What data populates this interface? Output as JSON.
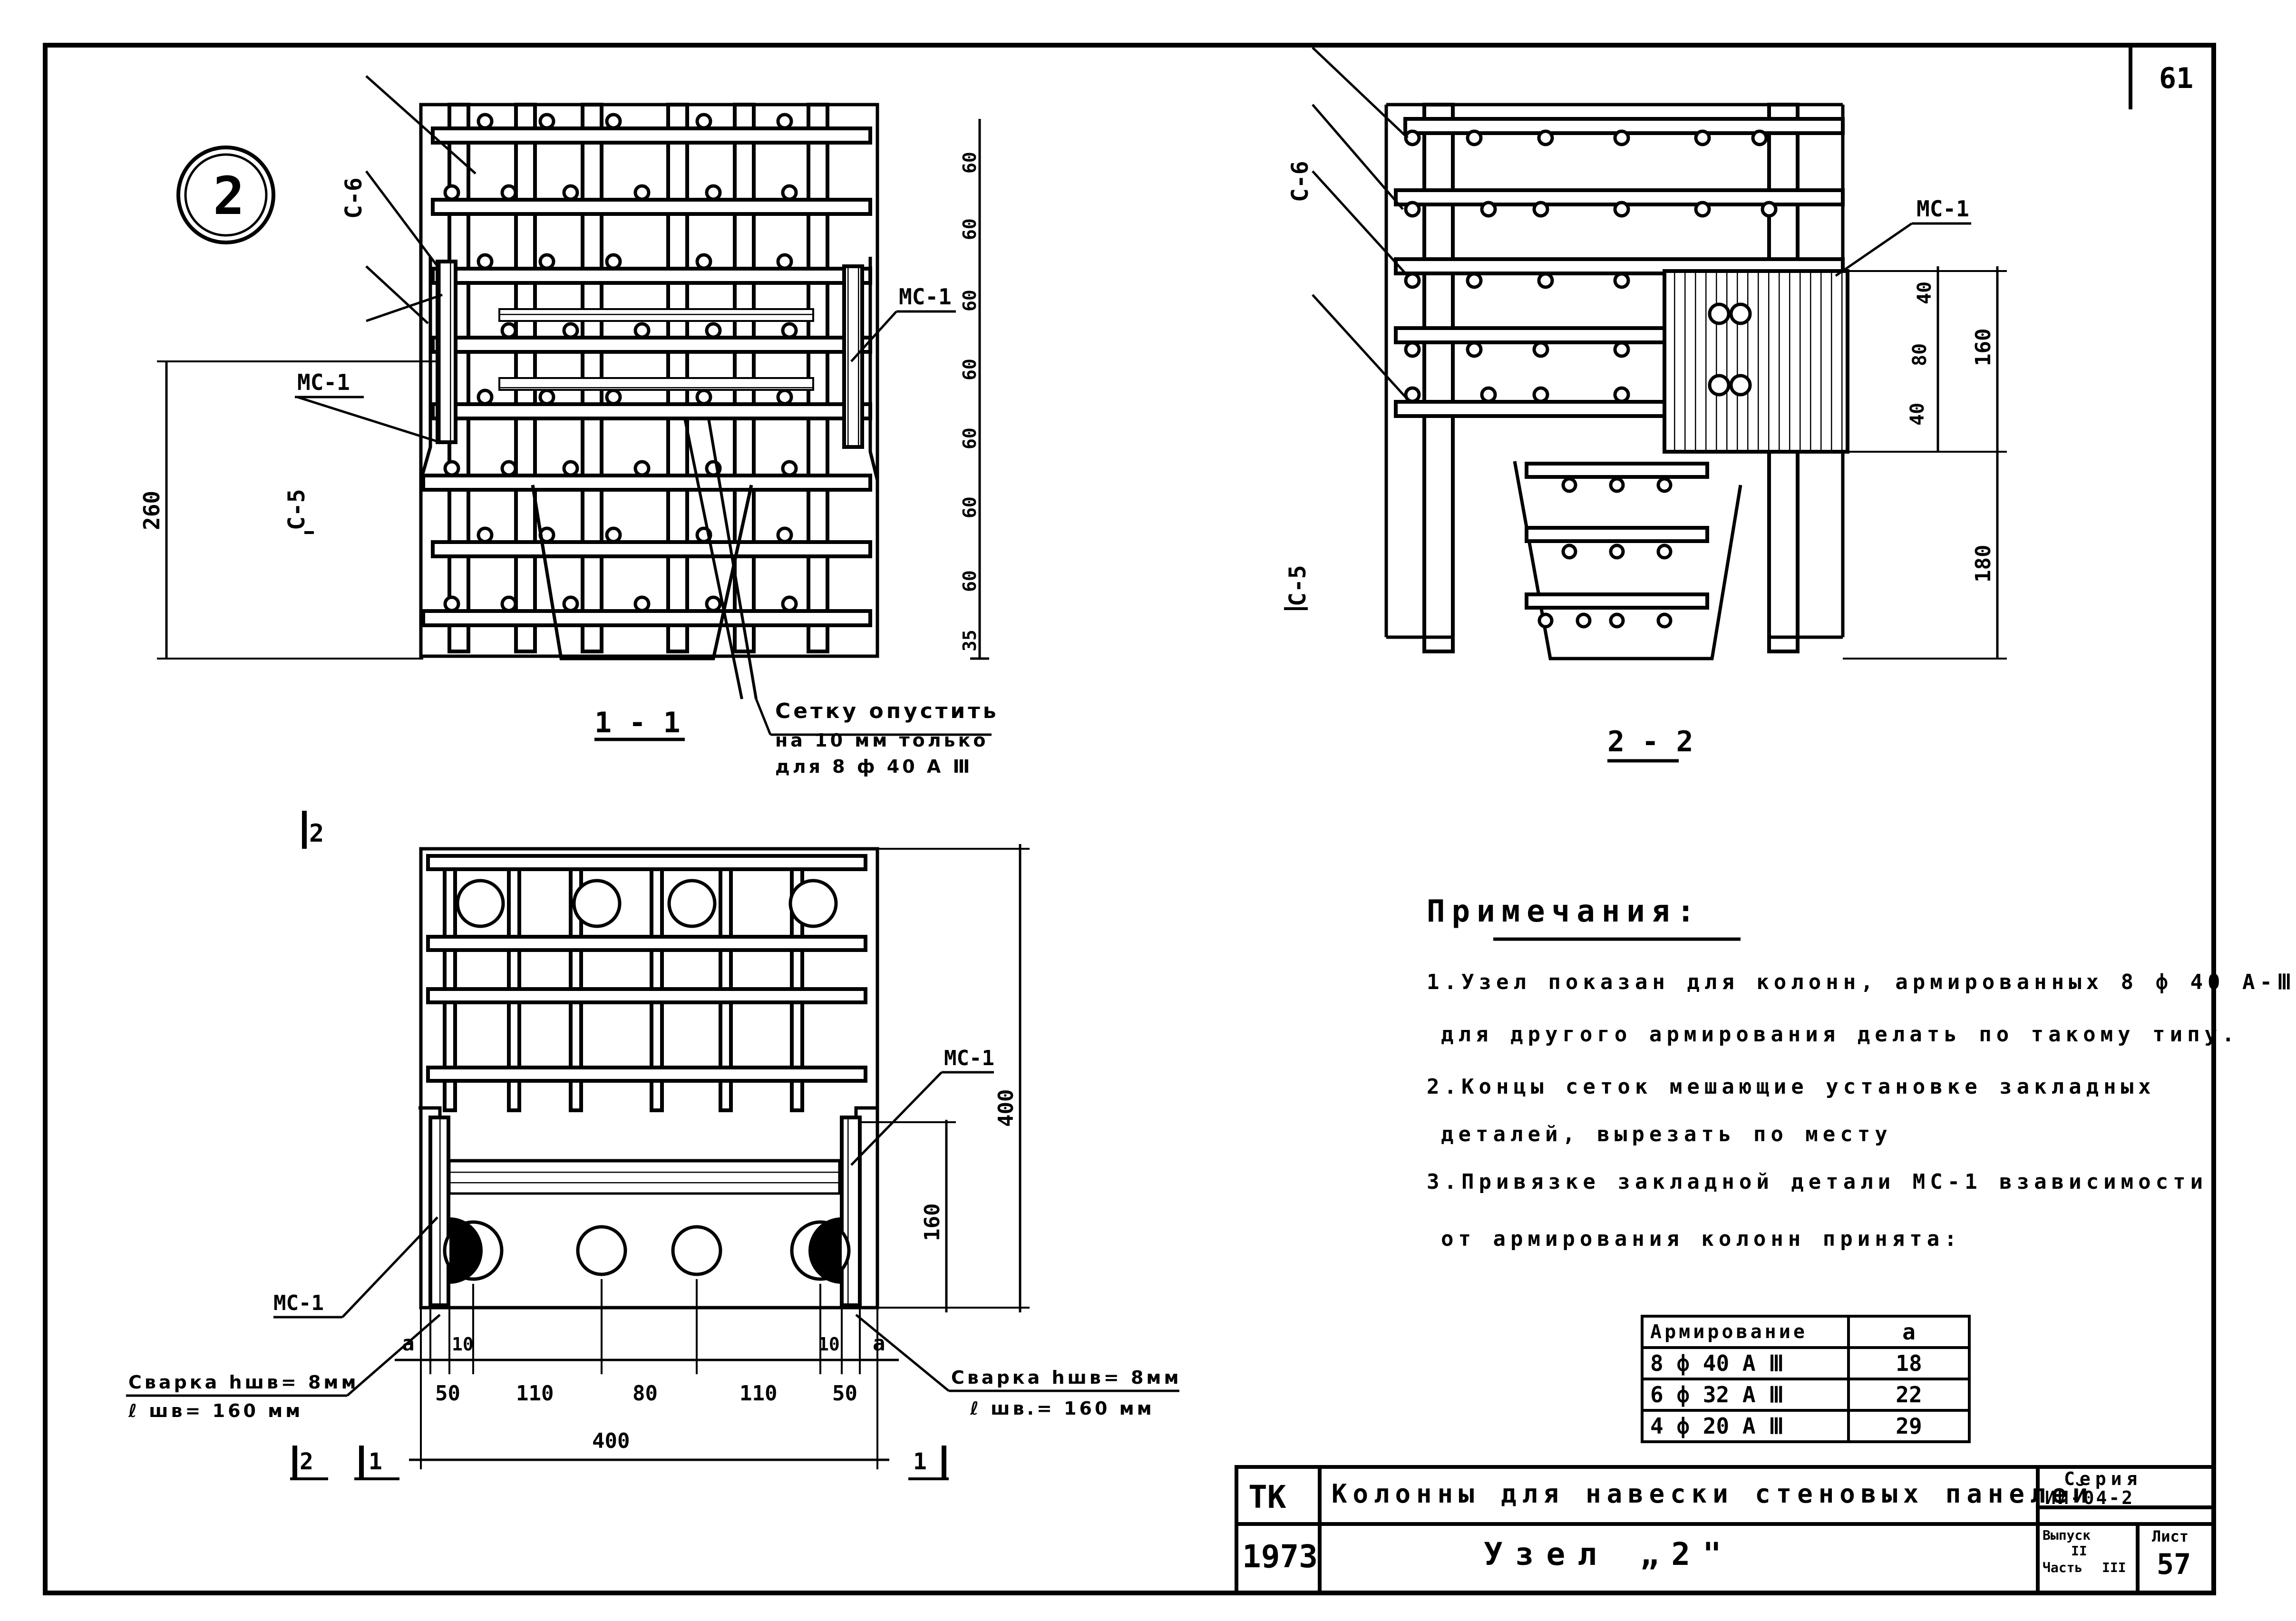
{
  "sheet_number": "61",
  "node_marker": "2",
  "section_1": {
    "title": "1 - 1",
    "label_c6": "С-6",
    "label_c5": "С-5",
    "label_mc1_left": "МС-1",
    "label_mc1_right": "МС-1",
    "dim_260": "260",
    "dims_right": [
      "60",
      "60",
      "60",
      "60",
      "60",
      "60",
      "60",
      "35"
    ],
    "note_lines": [
      "Сетку опустить",
      "на 10 мм только",
      "для 8 ф 40 А Ⅲ"
    ]
  },
  "section_2": {
    "title": "2 - 2",
    "label_c6": "С-6",
    "label_c5": "С-5",
    "label_mc1": "МС-1",
    "dims_mid": [
      "40",
      "80",
      "40"
    ],
    "dim_160": "160",
    "dim_180": "180"
  },
  "plan": {
    "cut_marker_top": "2",
    "label_mc1_right": "МС-1",
    "label_mc1_left": "МС-1",
    "dim_400_right": "400",
    "dim_160": "160",
    "dims_bottom": [
      "50",
      "110",
      "80",
      "110",
      "50"
    ],
    "dim_10_left": "10",
    "dim_10_right": "10",
    "dim_a_left": "a",
    "dim_a_right": "a",
    "dim_400_bottom": "400",
    "weld_left": [
      "Сварка hшв= 8мм",
      "ℓ шв= 160 мм"
    ],
    "weld_right": [
      "Сварка hшв= 8мм",
      "ℓ шв.= 160 мм"
    ],
    "cut_bottom_left": [
      "2",
      "1"
    ],
    "cut_bottom_right": "1"
  },
  "notes": {
    "heading": "Примечания:",
    "lines": [
      "1.Узел показан для колонн, армированных  8 ф 40 А-Ⅲ",
      "для другого армирования делать по такому типу.",
      "2.Концы сеток мешающие установке закладных",
      "деталей, вырезать по месту",
      "3.Привязке закладной детали МС-1 взависимости",
      "от армирования колонн принята:"
    ]
  },
  "arm_table": {
    "header": [
      "Армирование",
      "a"
    ],
    "rows": [
      [
        "8 ф 40 А Ⅲ",
        "18"
      ],
      [
        "6 ф 32 А Ⅲ",
        "22"
      ],
      [
        "4 ф 20 А Ⅲ",
        "29"
      ]
    ]
  },
  "title_block": {
    "tk": "ТК",
    "year": "1973",
    "title": "Колонны для навески стеновых панелей",
    "subtitle": "Узел „2\"",
    "series_label": "Серия",
    "series_value": "ИИ-04-2",
    "issue_label": "Выпуск",
    "issue_value": "II",
    "part_label": "Часть",
    "part_value": "III",
    "sheet_label": "Лист",
    "sheet_value": "57"
  }
}
